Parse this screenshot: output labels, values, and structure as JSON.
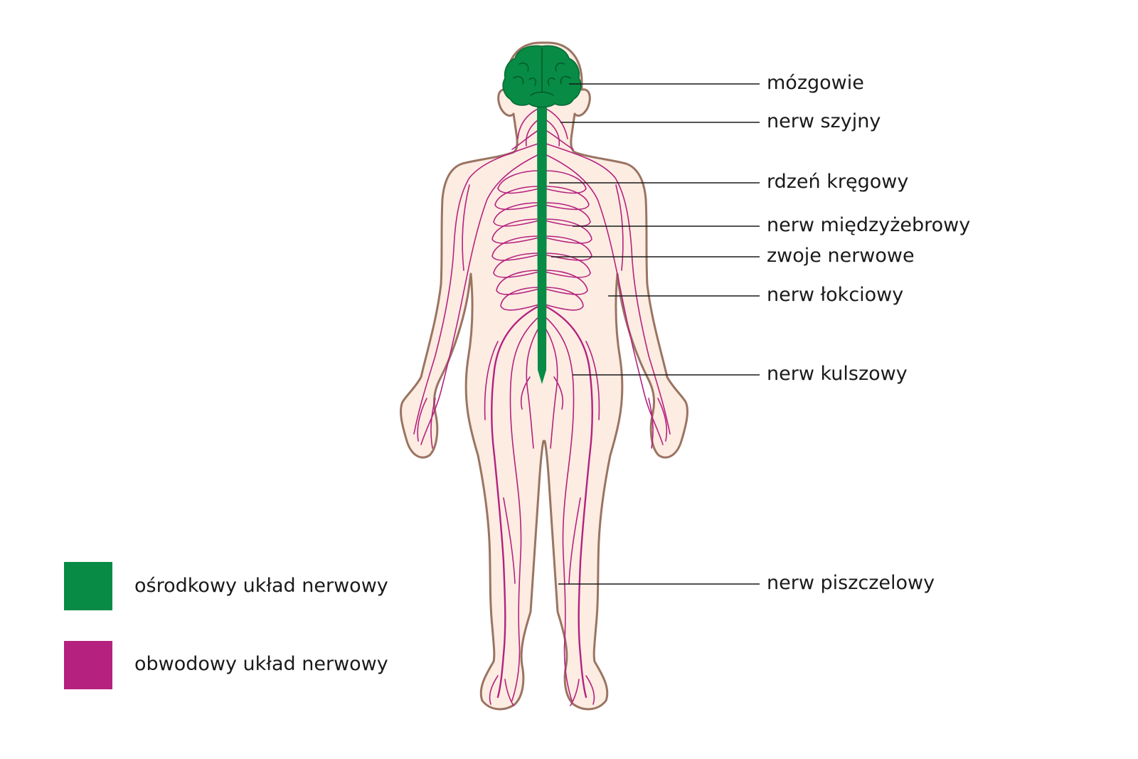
{
  "colors": {
    "body_fill": "#fcece2",
    "body_outline": "#9a7462",
    "central_nervous_system": "#078b45",
    "peripheral_nervous_system": "#b5217f",
    "leader_line": "#1a1a1a"
  },
  "labels": {
    "brain": "mózgowie",
    "cervical_nerve": "nerw szyjny",
    "spinal_cord": "rdzeń kręgowy",
    "intercostal_nerve": "nerw międzyżebrowy",
    "ganglia": "zwoje nerwowe",
    "ulnar_nerve": "nerw łokciowy",
    "sciatic_nerve": "nerw kulszowy",
    "tibial_nerve": "nerw piszczelowy"
  },
  "legend": {
    "central": {
      "label": "ośrodkowy układ nerwowy",
      "icon": "green-square"
    },
    "peripheral": {
      "label": "obwodowy układ nerwowy",
      "icon": "magenta-square"
    }
  }
}
